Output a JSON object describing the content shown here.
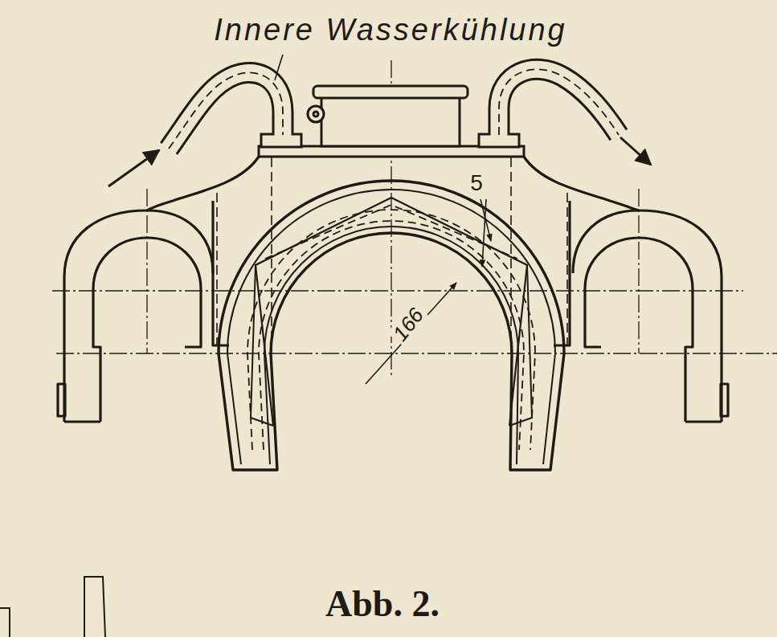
{
  "diagram": {
    "caption": "Abb. 2.",
    "labels": [
      "Innere Wasserkühlung",
      "5",
      "166"
    ]
  }
}
